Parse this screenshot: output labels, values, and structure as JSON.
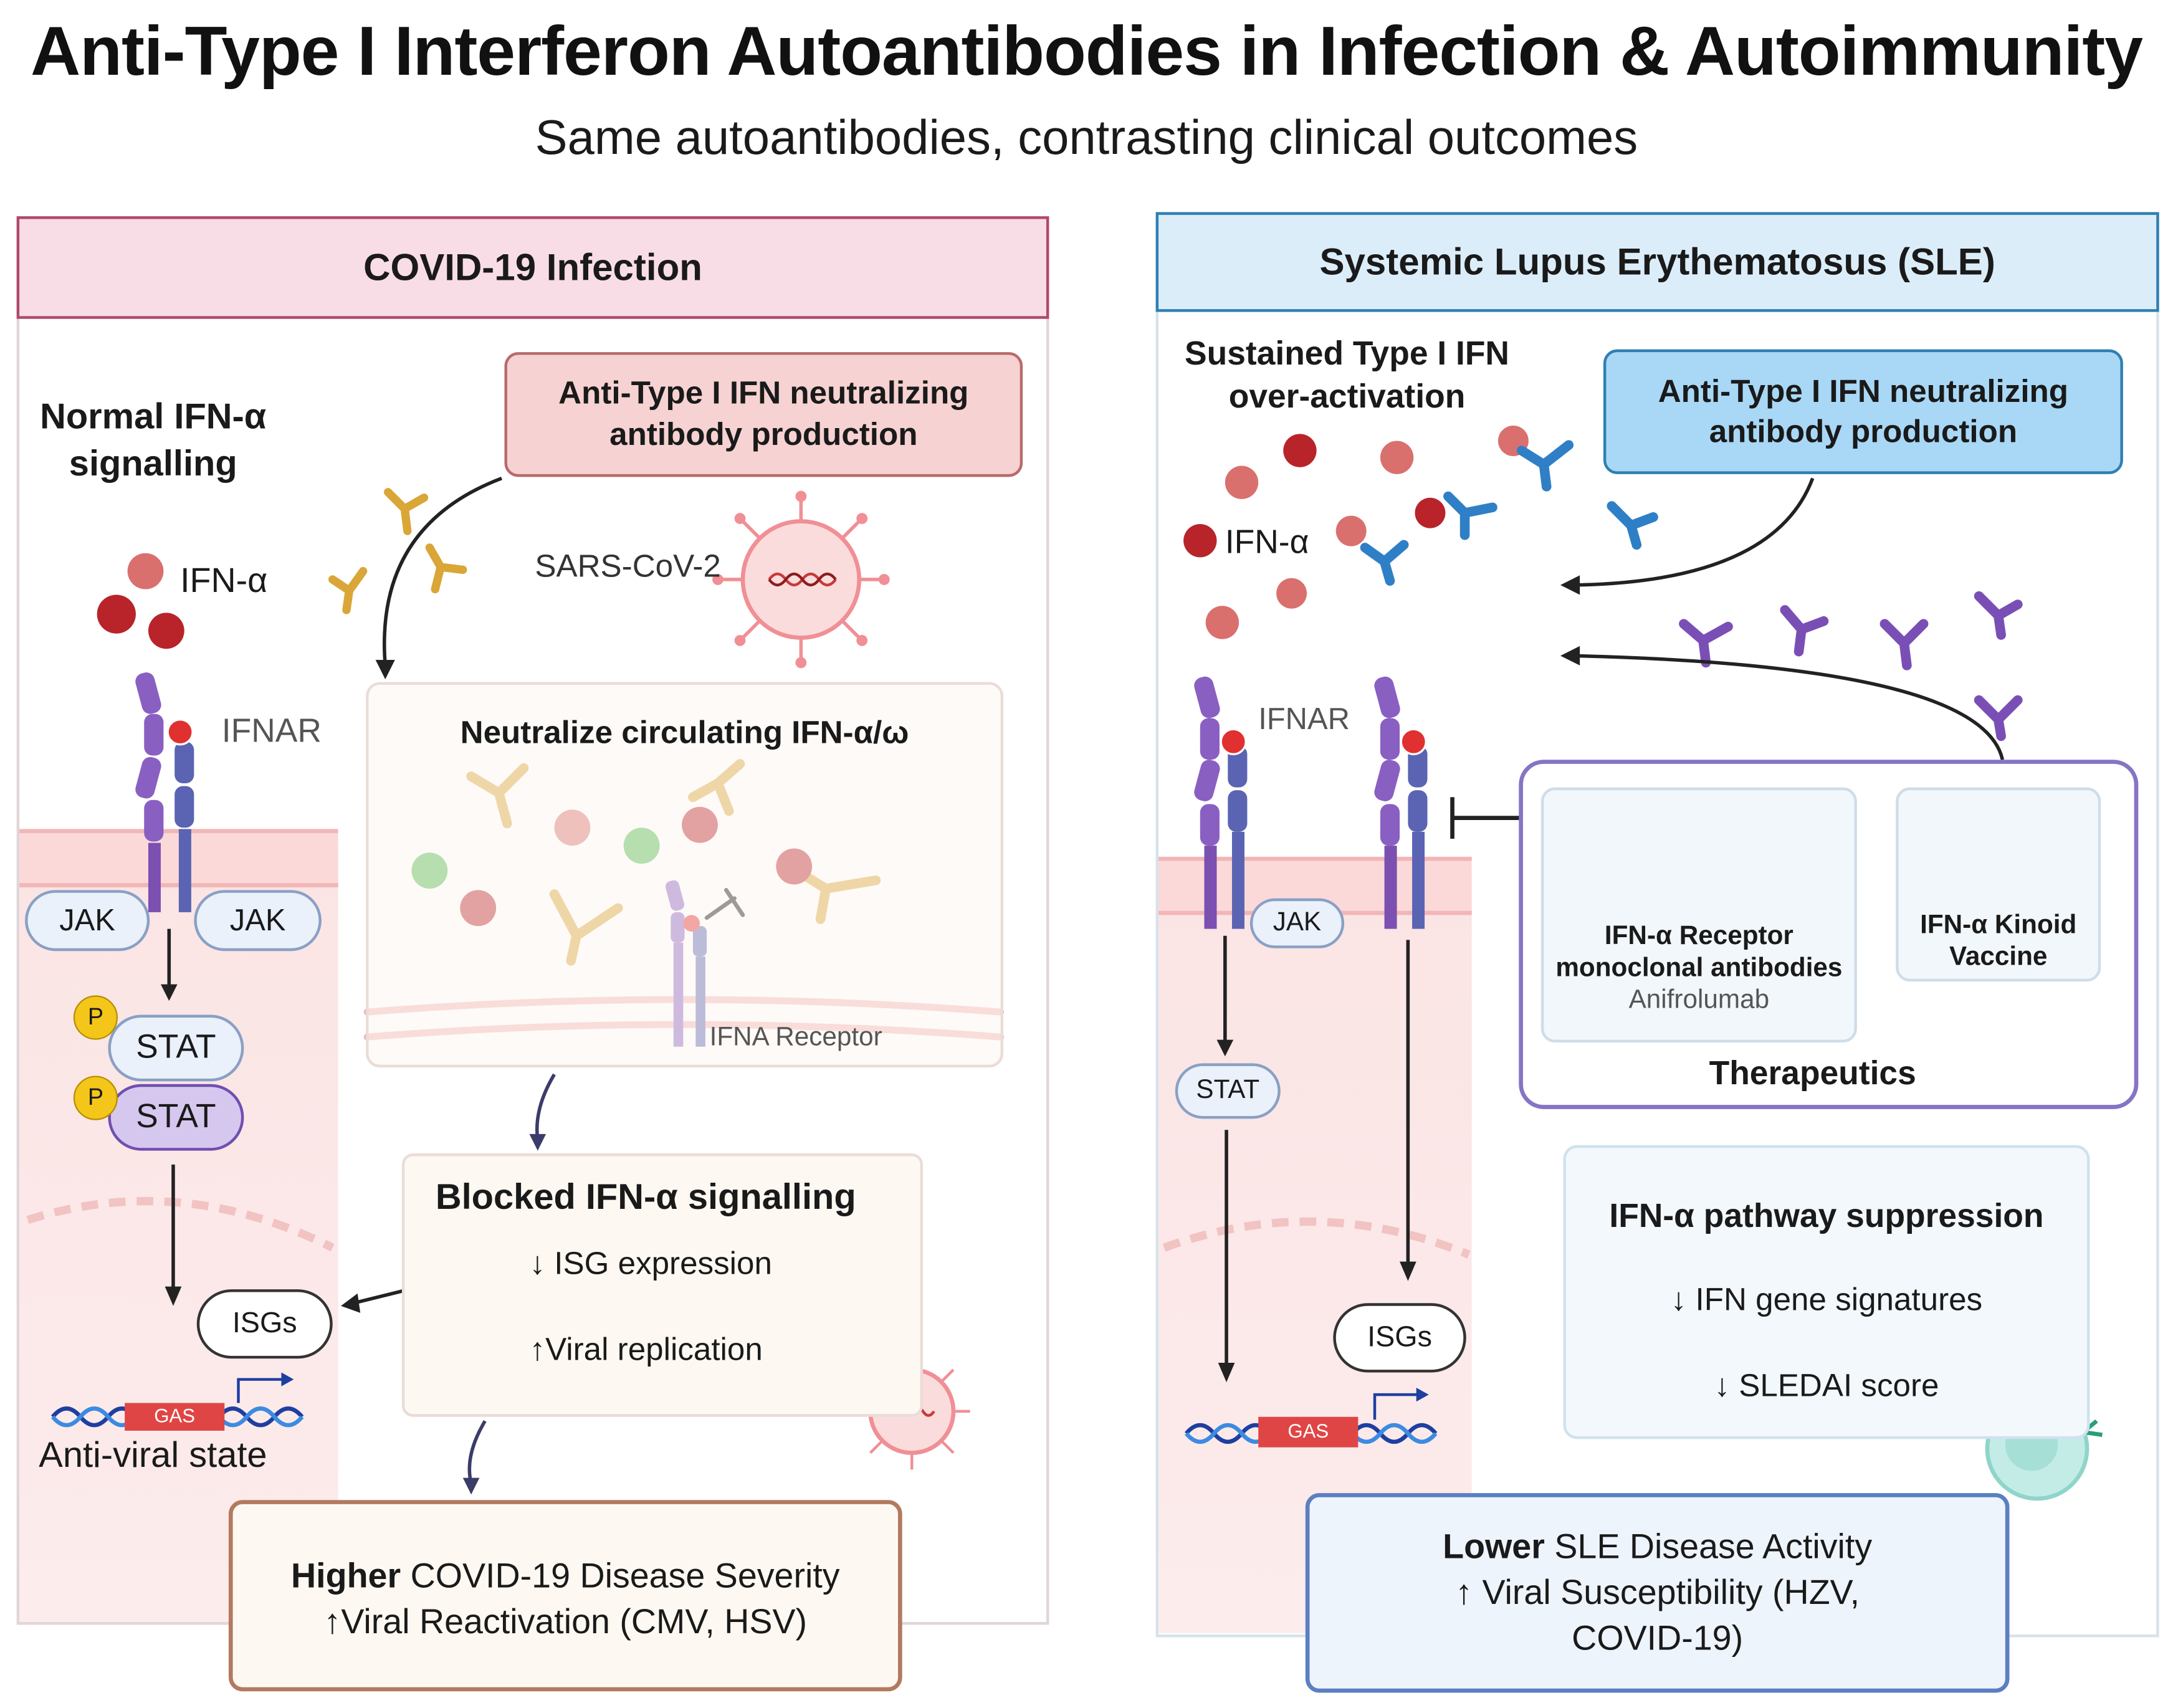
{
  "title": "Anti-Type I Interferon Autoantibodies in Infection & Autoimmunity",
  "subtitle": "Same autoantibodies, contrasting clinical outcomes",
  "left": {
    "header": "COVID-19 Infection",
    "normal_heading": "Normal IFN-α\nsignalling",
    "ifn_label": "IFN-α",
    "ifnar_label": "IFNAR",
    "jak1": "JAK",
    "jak2": "JAK",
    "p1": "P",
    "p2": "P",
    "stat1": "STAT",
    "stat2": "STAT",
    "isgs": "ISGs",
    "gas": "GAS",
    "antiviral": "Anti-viral state",
    "production_box": "Anti-Type I IFN neutralizing\nantibody production",
    "virus_label": "SARS-CoV-2",
    "neutralize_title": "Neutralize circulating IFN-α/ω",
    "receptor_label": "IFNA Receptor",
    "blocked_title": "Blocked IFN-α signalling",
    "isg_expr": "↓ ISG expression",
    "viral_rep": "↑Viral replication",
    "outcome_bold": "Higher",
    "outcome_rest": " COVID-19 Disease Severity",
    "outcome_line2": "↑Viral Reactivation (CMV, HSV)"
  },
  "right": {
    "header": "Systemic Lupus Erythematosus (SLE)",
    "sustained": "Sustained Type I IFN\nover-activation",
    "production_box": "Anti-Type I IFN neutralizing\nantibody production",
    "ifn_label": "IFN-α",
    "ifnar_label": "IFNAR",
    "jak": "JAK",
    "stat": "STAT",
    "isgs": "ISGs",
    "gas": "GAS",
    "mab_title": "IFN-α Receptor\nmonoclonal antibodies",
    "mab_name": "Anifrolumab",
    "kinoid": "IFN-α Kinoid\nVaccine",
    "therapeutics": "Therapeutics",
    "pathway_title": "IFN-α pathway suppression",
    "gene_sig": "↓ IFN gene signatures",
    "sledai": "↓ SLEDAI score",
    "outcome_bold": "Lower",
    "outcome_rest": " SLE Disease Activity",
    "outcome_line2": "↑ Viral Susceptibility (HZV,\nCOVID-19)"
  },
  "colors": {
    "left_header_bg": "#f9dde6",
    "left_header_border": "#b04a6a",
    "right_header_bg": "#dcedfa",
    "right_header_border": "#2f7fb2",
    "ifn_red": "#b8242a",
    "antibody_gold": "#d9a637",
    "antibody_blue": "#2f7fc6",
    "antibody_purple": "#7a4fb5",
    "receptor_purple": "#8a5fc2",
    "therapeutics_border": "#8674c4"
  }
}
